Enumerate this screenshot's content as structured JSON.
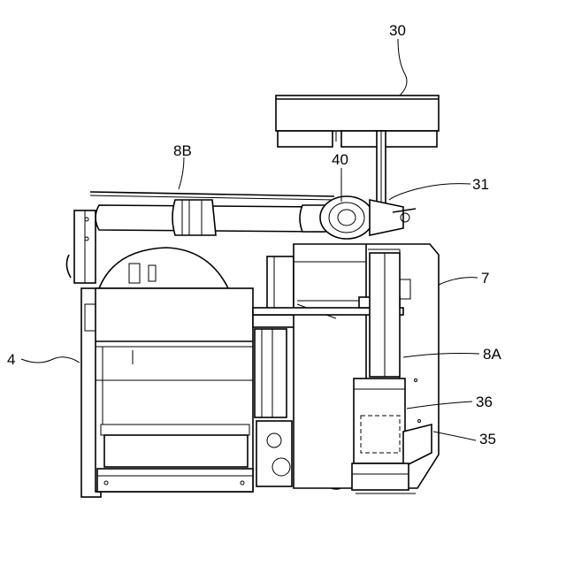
{
  "figure": {
    "labels": {
      "l30": "30",
      "l40": "40",
      "l31": "31",
      "l8b": "8B",
      "l7": "7",
      "l4": "4",
      "l8a": "8A",
      "l36": "36",
      "l35": "35"
    }
  }
}
